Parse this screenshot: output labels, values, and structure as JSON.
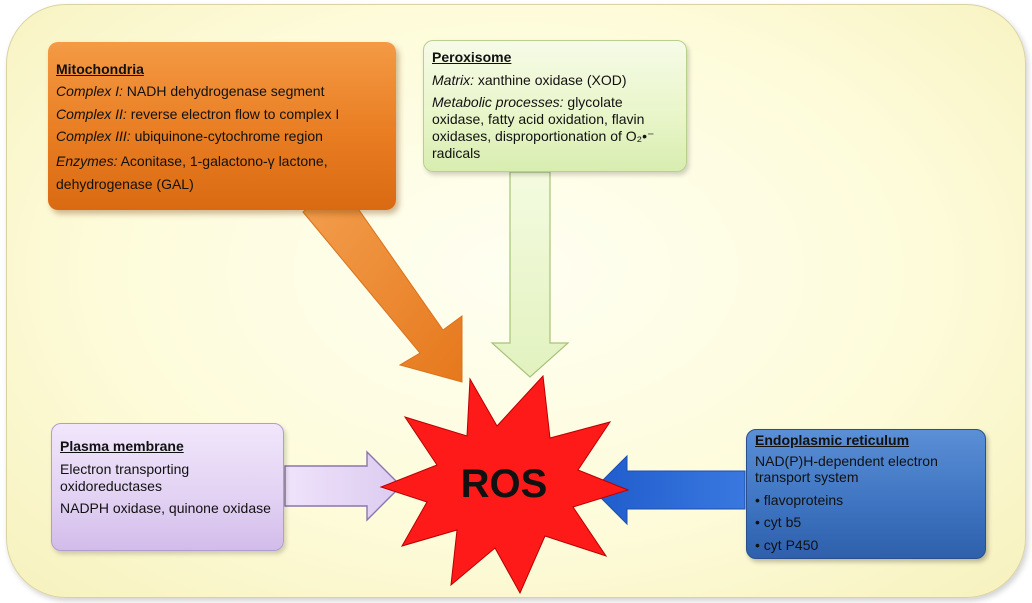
{
  "mitochondria": {
    "title": "Mitochondria",
    "lines": [
      {
        "label": "Complex I:",
        "text": " NADH dehydrogenase segment"
      },
      {
        "label": "Complex II:",
        "text": " reverse electron flow to complex I"
      },
      {
        "label": "Complex III:",
        "text": " ubiquinone-cytochrome region"
      },
      {
        "label": "Enzymes:",
        "text": " Aconitase, 1-galactono-γ lactone, dehydrogenase (GAL)"
      }
    ],
    "color": "#e97d22"
  },
  "peroxisome": {
    "title": "Peroxisome",
    "matrix_label": "Matrix:",
    "matrix_text": " xanthine oxidase (XOD)",
    "metabolic_label": "Metabolic processes:",
    "metabolic_text": " glycolate oxidase, fatty acid oxidation, flavin oxidases, disproportionation of O₂•⁻ radicals",
    "color": "#e8f5c8"
  },
  "plasma_membrane": {
    "title": "Plasma membrane",
    "lines": [
      "Electron transporting oxidoreductases",
      "NADPH oxidase, quinone oxidase"
    ],
    "color": "#e2d1f3"
  },
  "endoplasmic_reticulum": {
    "title": "Endoplasmic reticulum",
    "intro": "NAD(P)H-dependent electron transport system",
    "items": [
      "• flavoproteins",
      "• cyt b5",
      "• cyt P450"
    ],
    "color": "#3d73c0"
  },
  "ros": {
    "label": "ROS",
    "color": "#ff1a1a"
  }
}
